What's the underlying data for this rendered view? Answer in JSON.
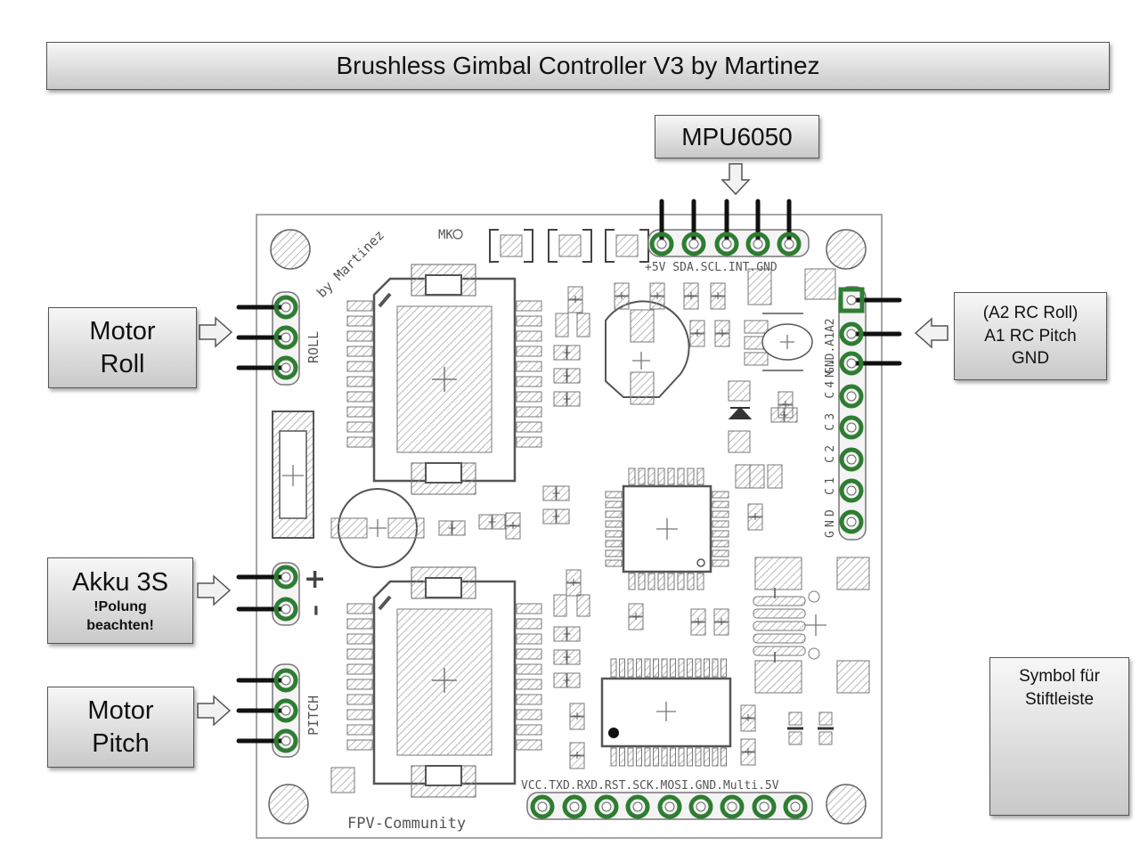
{
  "title": "Brushless Gimbal Controller V3 by Martinez",
  "labels": {
    "mpu": "MPU6050",
    "motor_roll": [
      "Motor",
      "Roll"
    ],
    "rc": [
      "(A2 RC Roll)",
      "A1 RC Pitch",
      "GND"
    ],
    "akku": "Akku 3S",
    "akku_note": [
      "!Polung",
      "beachten!"
    ],
    "motor_pitch": [
      "Motor",
      "Pitch"
    ],
    "symbol": [
      "Symbol für",
      "Stiftleiste"
    ]
  },
  "silkscreen": {
    "by_martinez": "by Martinez",
    "mk": "MK&#9734;",
    "mk_text": "MK",
    "roll": "ROLL",
    "pitch": "PITCH",
    "plus": "+",
    "minus": "–",
    "mpu_pins": "+5V SDA.SCL.INT.GND",
    "right_pins_top": "GND.A1A2",
    "right_pins": "GND C1 C2 C3 C4M.",
    "bottom_pins": "VCC.TXD.RXD.RST.SCK.MOSI.GND.Multi.5V",
    "fpv": "FPV-Community"
  },
  "colors": {
    "pad_green": "#2e7d32",
    "board_outline": "#888888",
    "hatch": "#9a9a9a"
  }
}
